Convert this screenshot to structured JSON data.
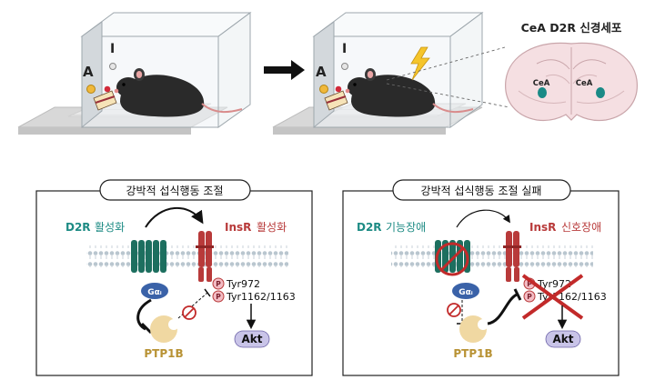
{
  "top_panel": {
    "chamber_label_A": "A",
    "chamber_label_I": "I",
    "neuron_title": "CeA D2R 신경세포",
    "cea_left": "CeA",
    "cea_right": "CeA"
  },
  "left_box": {
    "title": "강박적 섭식행동 조절",
    "d2r_label": "D2R",
    "d2r_state": "활성화",
    "insr_label": "InsR",
    "insr_state": "활성화",
    "g_protein": "Gαᵢ",
    "p1": "P",
    "p2": "P",
    "site1": "Tyr972",
    "site2": "Tyr1162/1163",
    "phosphatase": "PTP1B",
    "effector": "Akt"
  },
  "right_box": {
    "title": "강박적 섭식행동 조절 실패",
    "d2r_label": "D2R",
    "d2r_state": "기능장애",
    "insr_label": "InsR",
    "insr_state": "신호장애",
    "g_protein": "Gαᵢ",
    "p1": "P",
    "p2": "P",
    "site1": "Tyr972",
    "site2": "Tyr1162/1163",
    "phosphatase": "PTP1B",
    "effector": "Akt"
  },
  "colors": {
    "d2r_teal": "#1d8b84",
    "insr_red": "#b83a3a",
    "ptp1b_gold": "#b89234",
    "block_red": "#c22a2a",
    "g_blue": "#3a62a8"
  }
}
